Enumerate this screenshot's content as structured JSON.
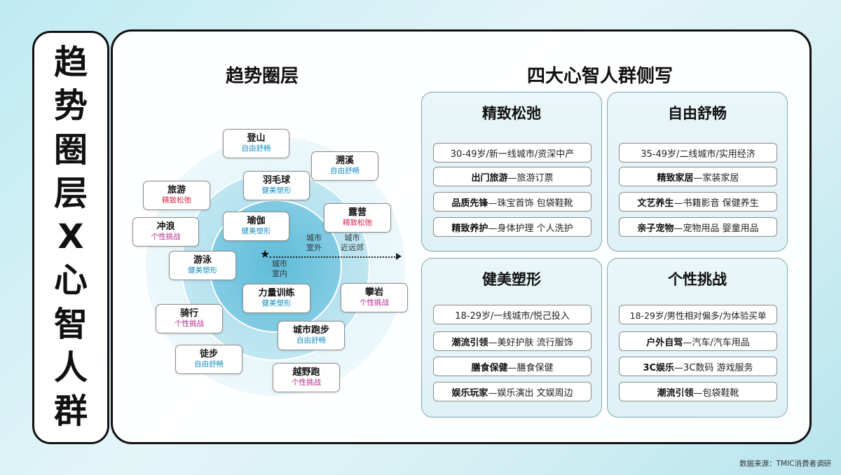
{
  "vertical_title": [
    "趋",
    "势",
    "圈",
    "层",
    "X",
    "心",
    "智",
    "人",
    "群"
  ],
  "left_section_title": "趋势圈层",
  "right_section_title": "四大心智人群侧写",
  "ring_labels": {
    "inner": "城市\n室内",
    "middle": "城市\n室外",
    "outer": "城市\n近远郊"
  },
  "categories": {
    "refined_relax": "精致松弛",
    "free_comfort": "自由舒畅",
    "fitness_shape": "健美塑形",
    "personal_challenge": "个性挑战"
  },
  "tags": [
    {
      "name": "登山",
      "cat": "自由舒畅",
      "color": "blue"
    },
    {
      "name": "溯溪",
      "cat": "自由舒畅",
      "color": "blue"
    },
    {
      "name": "羽毛球",
      "cat": "健美塑形",
      "color": "blue"
    },
    {
      "name": "旅游",
      "cat": "精致松弛",
      "color": "red"
    },
    {
      "name": "露营",
      "cat": "精致松弛",
      "color": "red"
    },
    {
      "name": "冲浪",
      "cat": "个性挑战",
      "color": "purple"
    },
    {
      "name": "瑜伽",
      "cat": "健美塑形",
      "color": "blue"
    },
    {
      "name": "游泳",
      "cat": "健美塑形",
      "color": "blue"
    },
    {
      "name": "力量训练",
      "cat": "健美塑形",
      "color": "blue"
    },
    {
      "name": "攀岩",
      "cat": "个性挑战",
      "color": "purple"
    },
    {
      "name": "骑行",
      "cat": "个性挑战",
      "color": "purple"
    },
    {
      "name": "城市跑步",
      "cat": "自由舒畅",
      "color": "blue"
    },
    {
      "name": "徒步",
      "cat": "自由舒畅",
      "color": "blue"
    },
    {
      "name": "越野跑",
      "cat": "个性挑战",
      "color": "purple"
    }
  ],
  "personas": [
    {
      "title": "精致松弛",
      "rows": [
        {
          "bold": "",
          "text": "30-49岁/新一线城市/资深中产"
        },
        {
          "bold": "出门旅游",
          "text": "—旅游订票"
        },
        {
          "bold": "品质先锋",
          "text": "—珠宝首饰 包袋鞋靴"
        },
        {
          "bold": "精致养护",
          "text": "—身体护理 个人洗护"
        }
      ]
    },
    {
      "title": "自由舒畅",
      "rows": [
        {
          "bold": "",
          "text": "35-49岁/二线城市/实用经济"
        },
        {
          "bold": "精致家居",
          "text": "—家装家居"
        },
        {
          "bold": "文艺养生",
          "text": "—书籍影音 保健养生"
        },
        {
          "bold": "亲子宠物",
          "text": "—宠物用品 婴童用品"
        }
      ]
    },
    {
      "title": "健美塑形",
      "rows": [
        {
          "bold": "",
          "text": "18-29岁/一线城市/悦己投入"
        },
        {
          "bold": "潮流引领",
          "text": "—美好护肤 流行服饰"
        },
        {
          "bold": "膳食保健",
          "text": "—膳食保健"
        },
        {
          "bold": "娱乐玩家",
          "text": "—娱乐演出 文娱周边"
        }
      ]
    },
    {
      "title": "个性挑战",
      "rows": [
        {
          "bold": "",
          "text": "18-29岁/男性相对偏多/为体验买单"
        },
        {
          "bold": "户外自驾",
          "text": "—汽车/汽车用品"
        },
        {
          "bold": "3C娱乐",
          "text": "—3C数码 游戏服务"
        },
        {
          "bold": "潮流引领",
          "text": "—包袋鞋靴"
        }
      ]
    }
  ],
  "source": "数据来源：TMIC消费者调研",
  "colors": {
    "blue_category": "#1a8fc2",
    "red_category": "#d6264f",
    "purple_category": "#b6288a",
    "background": "#d6f0f4"
  }
}
